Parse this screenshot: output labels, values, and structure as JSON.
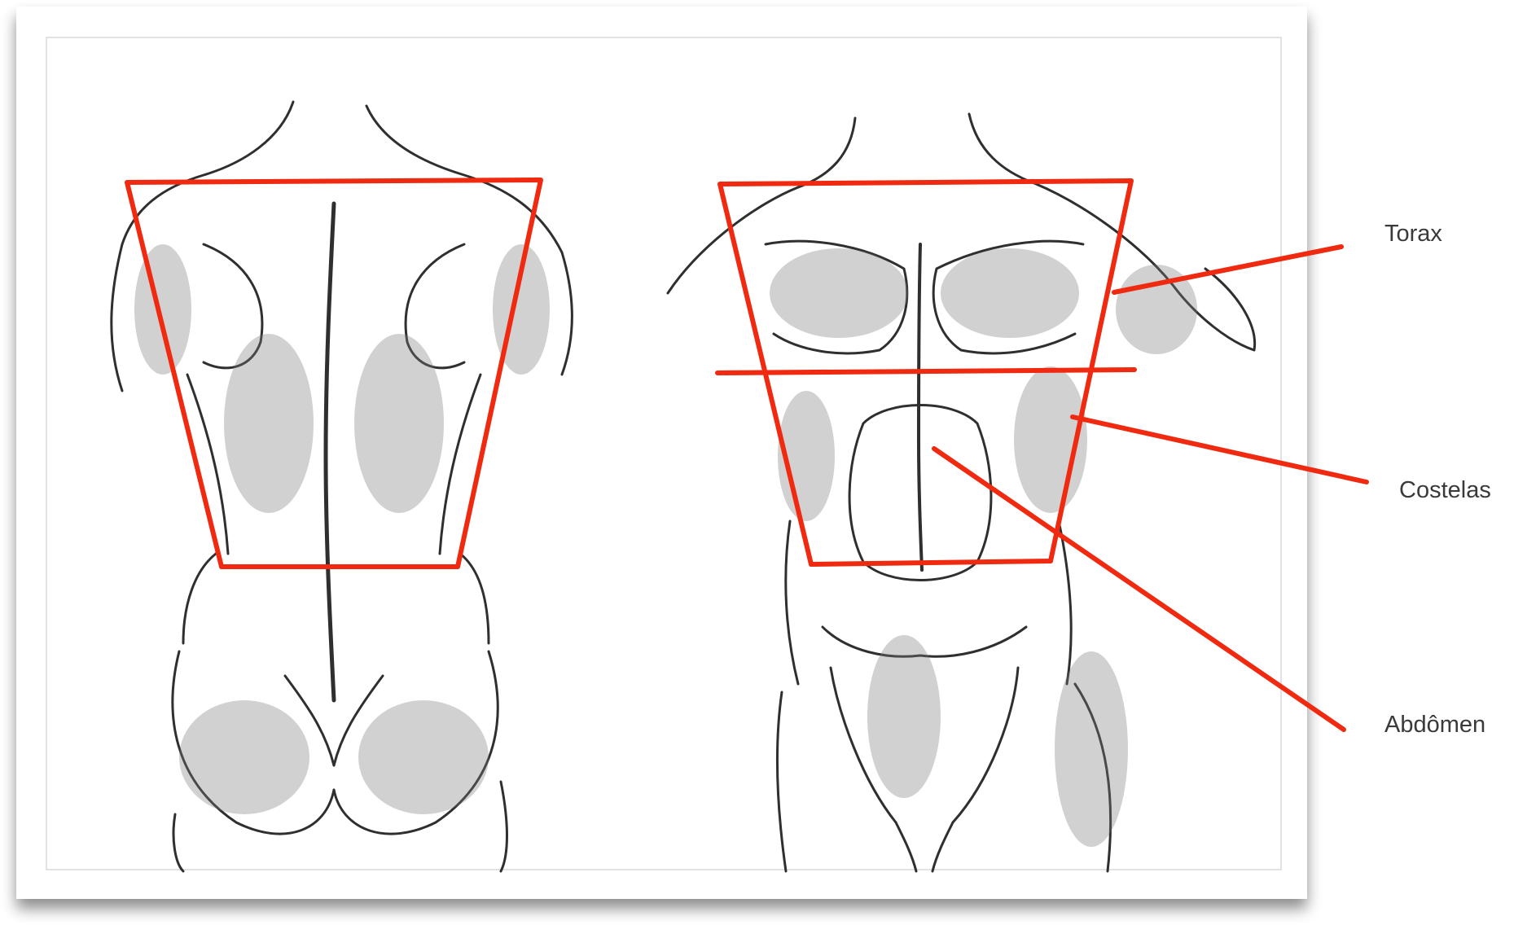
{
  "labels": {
    "torax": "Torax",
    "costelas": "Costelas",
    "abdomen": "Abdômen"
  },
  "colors": {
    "annotation": "#ef2a10",
    "pencil": "#2f2f2f",
    "label": "#3a3a3a",
    "paper": "#ffffff"
  }
}
